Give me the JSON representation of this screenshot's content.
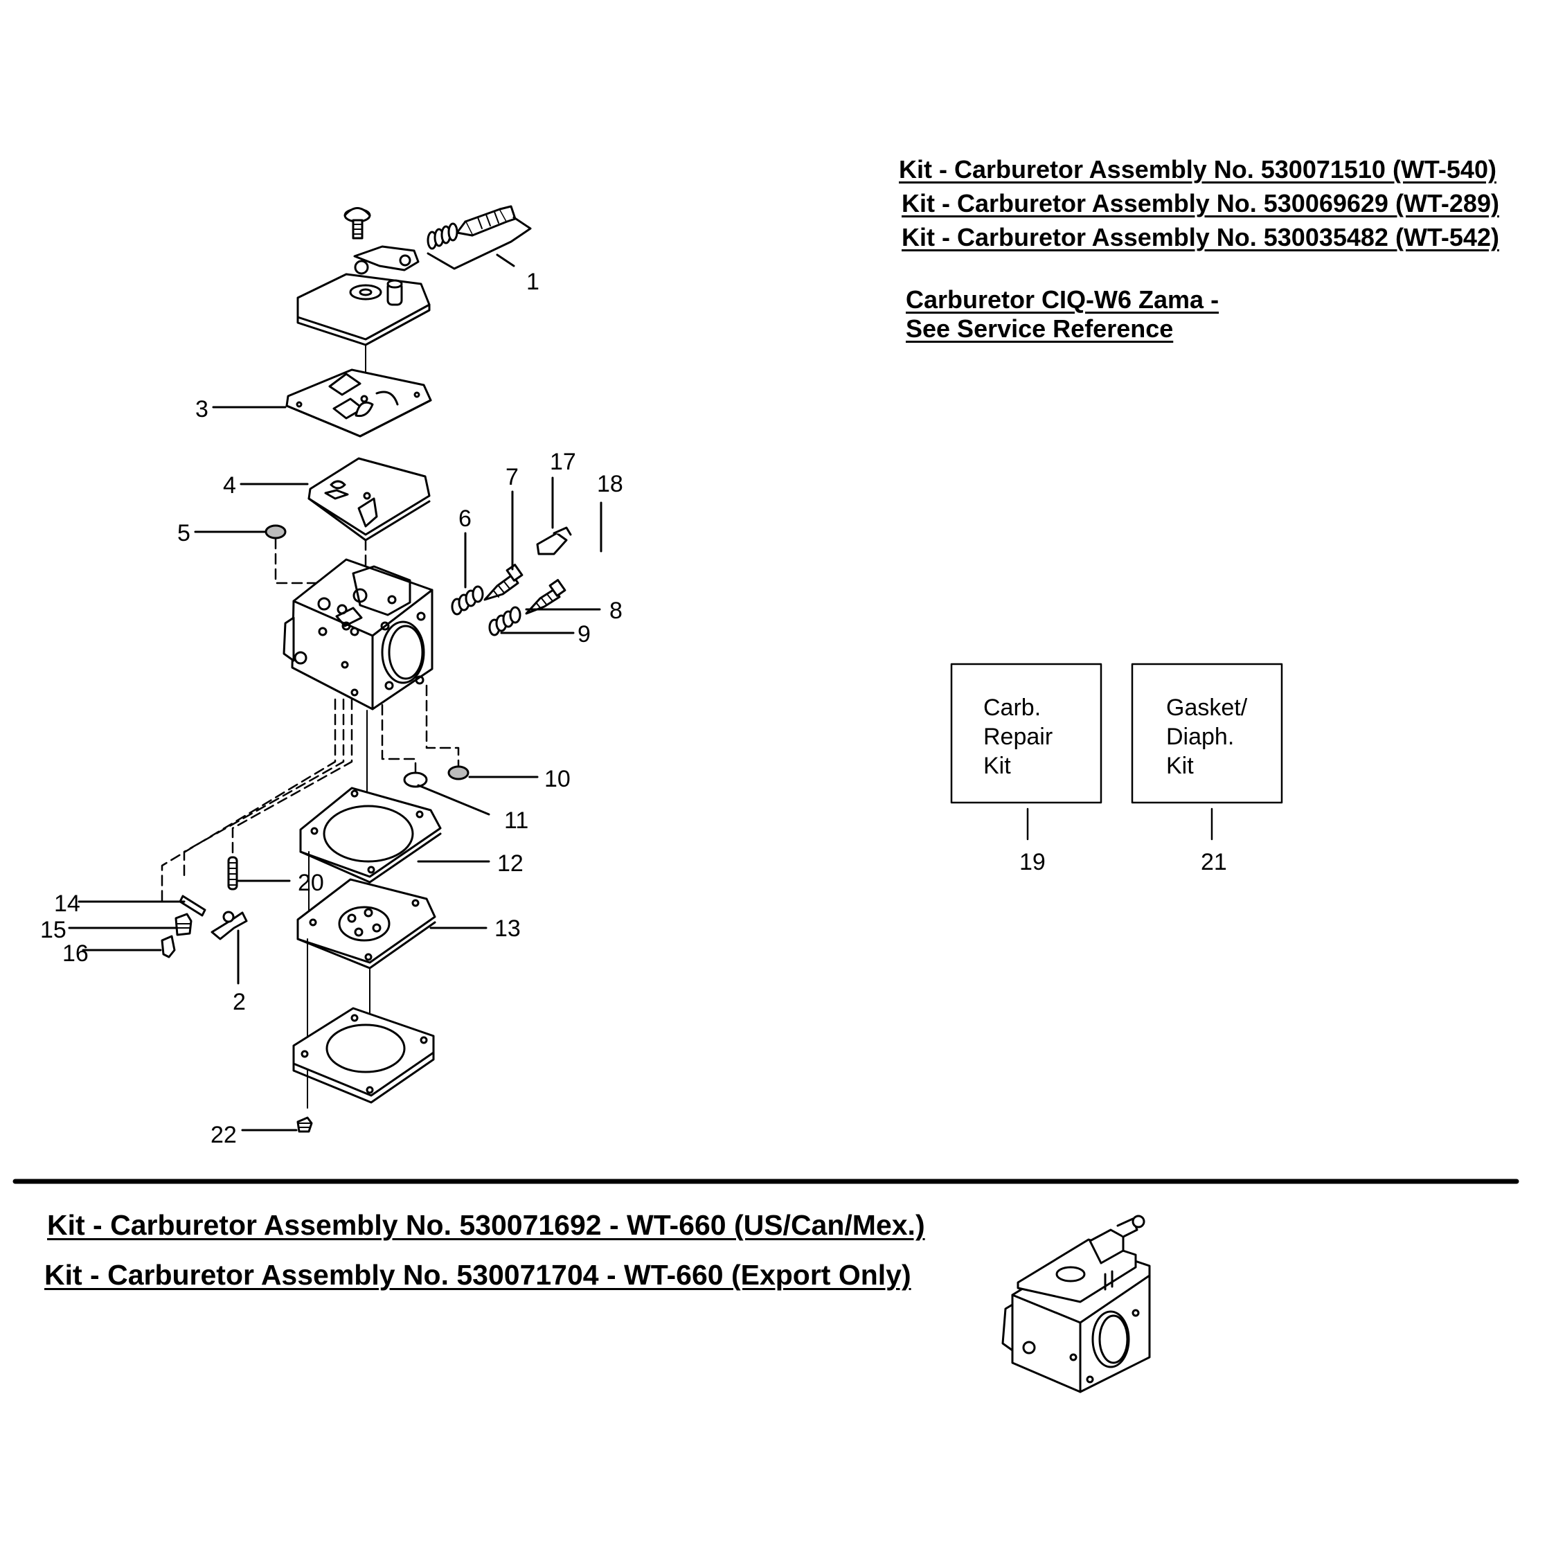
{
  "kits_top": [
    "Kit - Carburetor Assembly No. 530071510 (WT-540)",
    "Kit - Carburetor Assembly No. 530069629 (WT-289)",
    "Kit - Carburetor Assembly No. 530035482 (WT-542)"
  ],
  "service_reference": {
    "line1": "Carburetor CIQ-W6 Zama - ",
    "line2": "See Service Reference"
  },
  "kit_boxes": [
    {
      "lines": [
        "Carb.",
        "Repair",
        "Kit"
      ],
      "callout": "19"
    },
    {
      "lines": [
        "Gasket/",
        "Diaph.",
        "Kit"
      ],
      "callout": "21"
    }
  ],
  "callouts": [
    "1",
    "2",
    "3",
    "4",
    "5",
    "6",
    "7",
    "8",
    "9",
    "10",
    "11",
    "12",
    "13",
    "14",
    "15",
    "16",
    "17",
    "18",
    "20",
    "22"
  ],
  "kits_bottom": [
    "Kit - Carburetor Assembly No. 530071692 - WT-660 (US/Can/Mex.)",
    "Kit - Carburetor Assembly No. 530071704 - WT-660 (Export Only)"
  ]
}
